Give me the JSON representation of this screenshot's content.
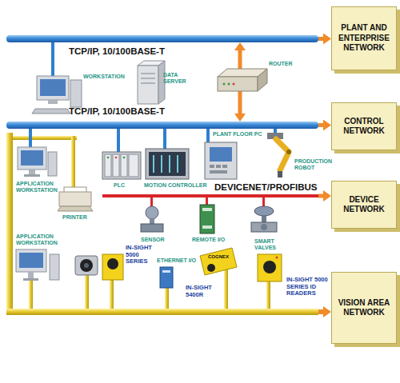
{
  "diagram": {
    "nodes": [
      {
        "text": [
          "PLANT AND ENTERPRISE NETWORK"
        ]
      },
      {
        "text": [
          "TCP/IP, 10/100BASE-T"
        ]
      },
      {
        "text": [
          "CONTROL NETWORK"
        ]
      },
      {
        "text": [
          "TCP/IP, 10/100BASE-T"
        ]
      },
      {
        "text": [
          "DEVICENET/PROFIBUS"
        ]
      },
      {
        "text": [
          "DEVICE NETWORK"
        ]
      },
      {
        "text": [
          "VISION AREA NETWORK"
        ]
      }
    ],
    "edges": [
      {
        "from": 1,
        "to": 0,
        "arrow": "to"
      },
      {
        "from": 3,
        "to": 2,
        "arrow": "to"
      },
      {
        "from": 4,
        "to": 5,
        "arrow": "to"
      },
      {
        "from": 1,
        "to": 3,
        "arrow": "both"
      }
    ],
    "labels": [
      "WORKSTATION",
      "DATA SERVER",
      "ROUTER",
      "APPLICATION WORKSTATION",
      "PRINTER",
      "PLC",
      "MOTION CONTROLLER",
      "PLANT FLOOR PC",
      "PRODUCTION ROBOT",
      "SENSOR",
      "REMOTE I/O",
      "SMART VALVES",
      "APPLICATION WORKSTATION",
      "IN-SIGHT 5000 SERIES",
      "ETHERNET I/O",
      "IN-SIGHT 5400R",
      "IN-SIGHT 5000 SERIES ID READERS",
      "COGNEX"
    ]
  }
}
